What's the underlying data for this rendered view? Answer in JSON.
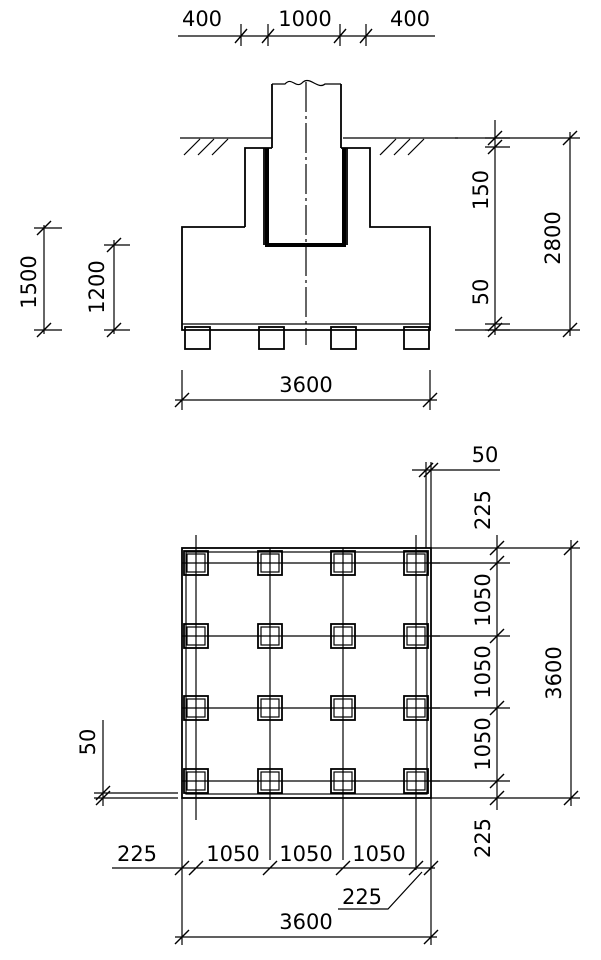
{
  "section": {
    "top_dims": [
      "400",
      "1000",
      "400"
    ],
    "left_dims": [
      "1500",
      "1200"
    ],
    "right_dims": [
      "150",
      "50",
      "2800"
    ],
    "bottom_dim": "3600"
  },
  "plan": {
    "top_right_dims": [
      "50",
      "225"
    ],
    "right_dims": [
      "1050",
      "1050",
      "1050",
      "225"
    ],
    "right_overall": "3600",
    "left_dim": "50",
    "bottom_dims": [
      "225",
      "1050",
      "1050",
      "1050"
    ],
    "bottom_leader": "225",
    "bottom_overall": "3600"
  },
  "pile_grid": {
    "rows": 4,
    "cols": 4
  }
}
